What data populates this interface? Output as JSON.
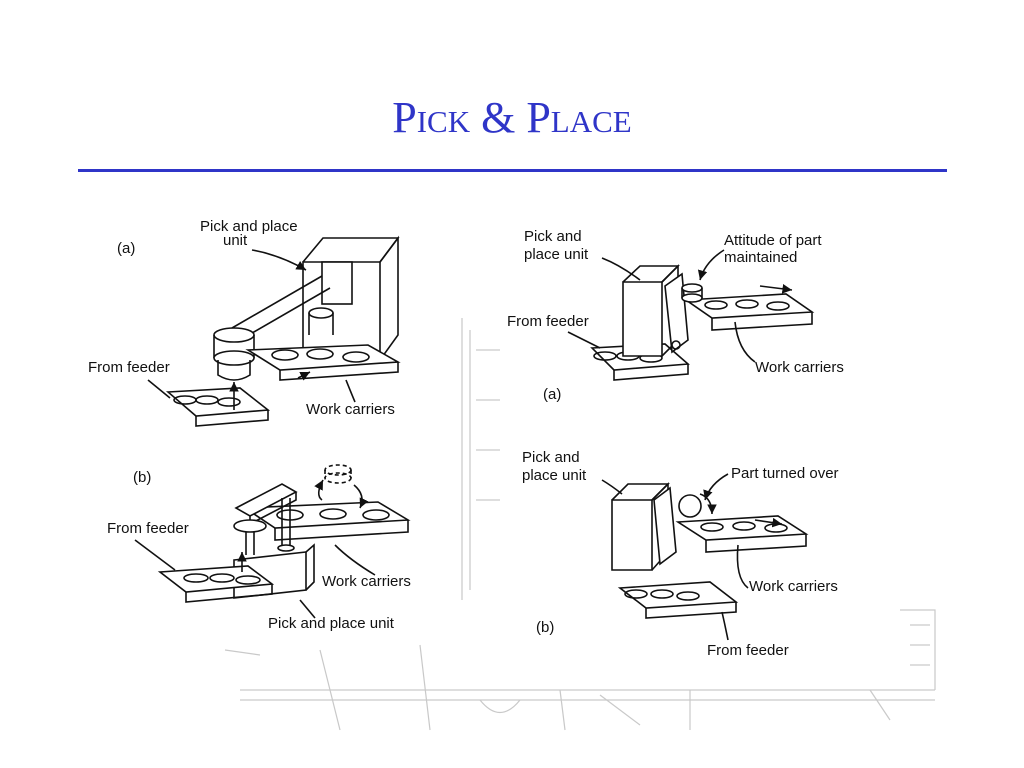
{
  "slide": {
    "title": "Pick & Place",
    "accent_color": "#2f35c8"
  },
  "left_panel": {
    "a": {
      "tag": "(a)",
      "unit_label_line1": "Pick and place",
      "unit_label_line2": "unit",
      "feeder_label": "From feeder",
      "carriers_label": "Work carriers"
    },
    "b": {
      "tag": "(b)",
      "feeder_label": "From feeder",
      "carriers_label": "Work carriers",
      "unit_label": "Pick and place unit"
    }
  },
  "right_panel": {
    "a": {
      "tag": "(a)",
      "unit_label_line1": "Pick and",
      "unit_label_line2": "place unit",
      "attitude_line1": "Attitude of part",
      "attitude_line2": "maintained",
      "feeder_label": "From feeder",
      "carriers_label": "Work carriers"
    },
    "b": {
      "tag": "(b)",
      "unit_label_line1": "Pick and",
      "unit_label_line2": "place unit",
      "turned_label": "Part turned over",
      "carriers_label": "Work carriers",
      "feeder_label": "From feeder"
    }
  }
}
